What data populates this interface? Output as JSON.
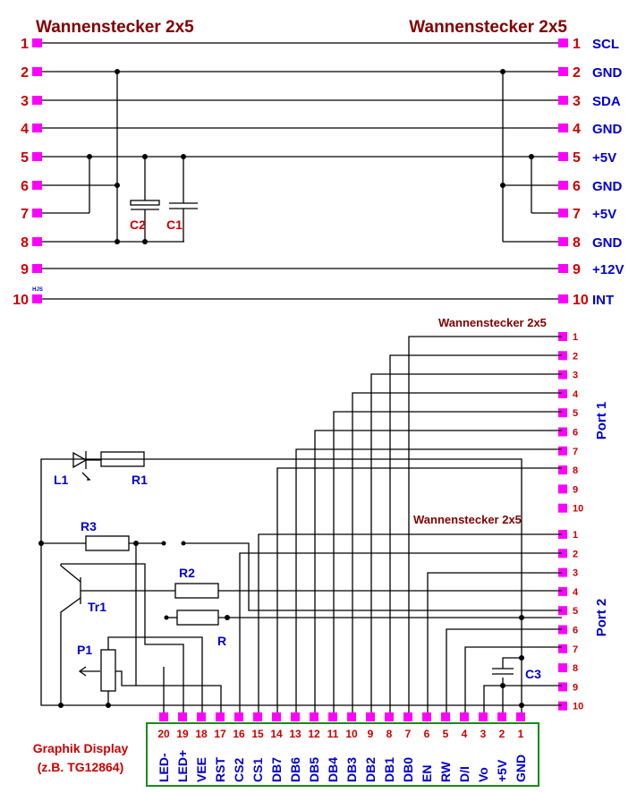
{
  "title_left": "Wannenstecker 2x5",
  "title_right": "Wannenstecker 2x5",
  "title_port1": "Wannenstecker 2x5",
  "title_port2": "Wannenstecker 2x5",
  "left_pins": [
    "1",
    "2",
    "3",
    "4",
    "5",
    "6",
    "7",
    "8",
    "9",
    "10"
  ],
  "right_pins": [
    {
      "num": "1",
      "sig": "SCL"
    },
    {
      "num": "2",
      "sig": "GND"
    },
    {
      "num": "3",
      "sig": "SDA"
    },
    {
      "num": "4",
      "sig": "GND"
    },
    {
      "num": "5",
      "sig": "+5V"
    },
    {
      "num": "6",
      "sig": "GND"
    },
    {
      "num": "7",
      "sig": "+5V"
    },
    {
      "num": "8",
      "sig": "GND"
    },
    {
      "num": "9",
      "sig": "+12V"
    },
    {
      "num": "10",
      "sig": "INT"
    }
  ],
  "tiny_pad_label": "HJS",
  "caps": {
    "c1": "C1",
    "c2": "C2",
    "c3": "C3"
  },
  "port1_pins": [
    "1",
    "2",
    "3",
    "4",
    "5",
    "6",
    "7",
    "8",
    "9",
    "10"
  ],
  "port2_pins": [
    "1",
    "2",
    "3",
    "4",
    "5",
    "6",
    "7",
    "8",
    "9",
    "10"
  ],
  "port1_label": "Port 1",
  "port2_label": "Port 2",
  "components": {
    "l1": "L1",
    "r1": "R1",
    "r3": "R3",
    "r2": "R2",
    "tr1": "Tr1",
    "r": "R",
    "p1": "P1"
  },
  "display_label_1": "Graphik Display",
  "display_label_2": "(z.B. TG12864)",
  "display_pins": [
    {
      "num": "20",
      "sig": "LED-"
    },
    {
      "num": "19",
      "sig": "LED+"
    },
    {
      "num": "18",
      "sig": "VEE"
    },
    {
      "num": "17",
      "sig": "RST"
    },
    {
      "num": "16",
      "sig": "CS2"
    },
    {
      "num": "15",
      "sig": "CS1"
    },
    {
      "num": "14",
      "sig": "DB7"
    },
    {
      "num": "13",
      "sig": "DB6"
    },
    {
      "num": "12",
      "sig": "DB5"
    },
    {
      "num": "11",
      "sig": "DB4"
    },
    {
      "num": "10",
      "sig": "DB3"
    },
    {
      "num": "9",
      "sig": "DB2"
    },
    {
      "num": "8",
      "sig": "DB1"
    },
    {
      "num": "7",
      "sig": "DB0"
    },
    {
      "num": "6",
      "sig": "EN"
    },
    {
      "num": "5",
      "sig": "RW"
    },
    {
      "num": "4",
      "sig": "D/I"
    },
    {
      "num": "3",
      "sig": "Vo"
    },
    {
      "num": "2",
      "sig": "+5V"
    },
    {
      "num": "1",
      "sig": "GND"
    }
  ]
}
